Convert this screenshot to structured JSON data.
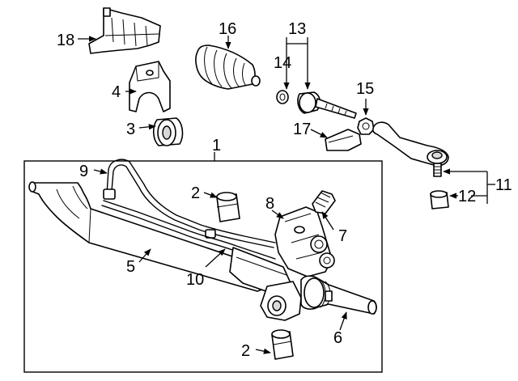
{
  "diagram": {
    "callouts": {
      "c1": "1",
      "c2a": "2",
      "c2b": "2",
      "c3": "3",
      "c4": "4",
      "c5": "5",
      "c6": "6",
      "c7": "7",
      "c8": "8",
      "c9": "9",
      "c10": "10",
      "c11": "11",
      "c12": "12",
      "c13": "13",
      "c14": "14",
      "c15": "15",
      "c16": "16",
      "c17": "17",
      "c18": "18"
    }
  }
}
